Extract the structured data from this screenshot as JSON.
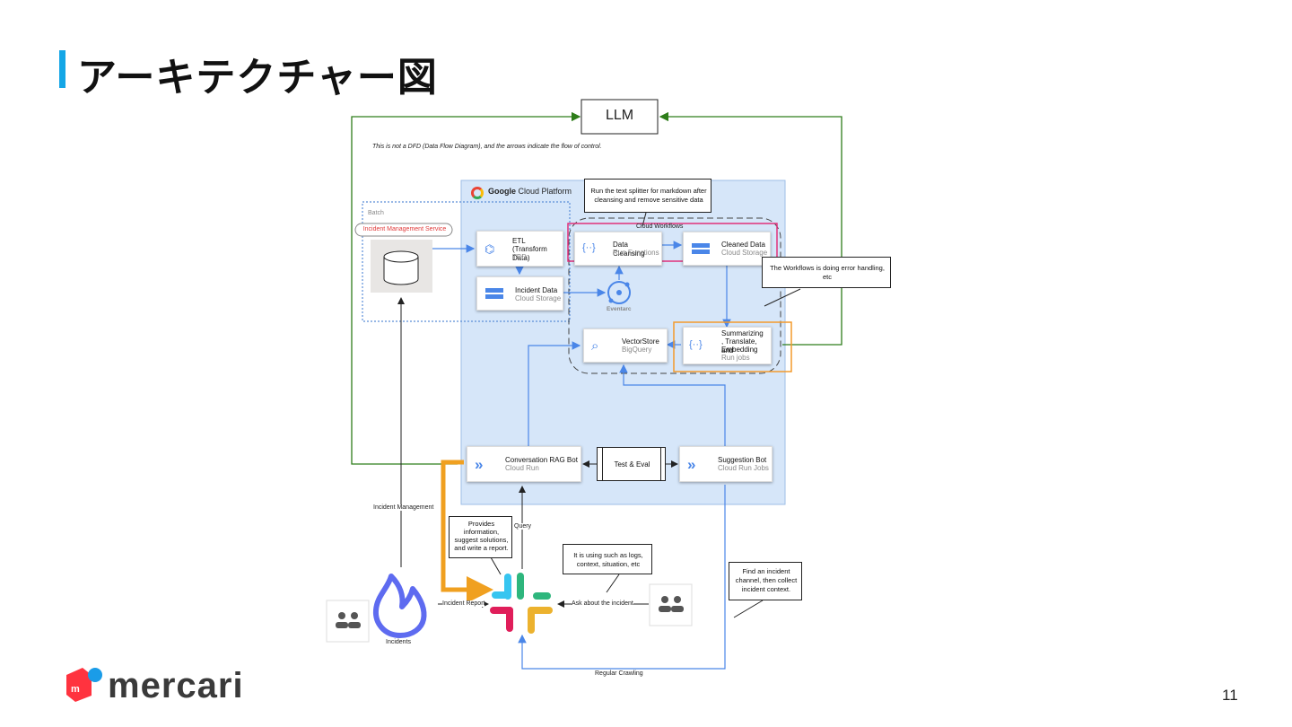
{
  "slide": {
    "title": "アーキテクチャー図",
    "page_number": "11",
    "logo_text": "mercari",
    "accent_color": "#14a6e6"
  },
  "diagram": {
    "llm": "LLM",
    "note_control_flow": "This is not a DFD (Data Flow Diagram), and the arrows indicate the flow of control.",
    "gcp_label": "Google Cloud Platform",
    "gcp_brand": "Google",
    "gcp_suffix": " Cloud Platform",
    "batch": "Batch",
    "incident_management_service": "Incident Management Service",
    "etl": {
      "title1": "ETL",
      "title2": "(Transform Data)",
      "sub": "TBD"
    },
    "incident_data": {
      "title": "Incident Data",
      "sub": "Cloud Storage"
    },
    "eventarc": "Eventarc",
    "cloud_workflows": "Cloud Workflows",
    "data_cleansing": {
      "title": "Data Cleansing",
      "sub": "Run Functions"
    },
    "cleaned_data": {
      "title": "Cleaned Data",
      "sub": "Cloud Storage"
    },
    "vectorstore": {
      "title": "VectorStore",
      "sub": "BigQuery"
    },
    "summarizing": {
      "l1": "Summarizing",
      "l2": ", Translate, and",
      "l3": "Embedding",
      "sub": "Run jobs"
    },
    "callout_splitter": {
      "l1": "Run the text splitter for markdown after",
      "l2": "cleansing and remove sensitive data"
    },
    "callout_workflows": {
      "l1": "The Workflows is doing error handling,",
      "l2": "etc"
    },
    "conversation_bot": {
      "title": "Conversation RAG Bot",
      "sub": "Cloud Run"
    },
    "test_eval": "Test & Eval",
    "suggestion_bot": {
      "title": "Suggestion Bot",
      "sub": "Cloud Run Jobs"
    },
    "incident_management_label": "Incident Management",
    "query_label": "Query",
    "callout_provides": {
      "l1": "Provides",
      "l2": "information,",
      "l3": "suggest solutions,",
      "l4": "and write a report."
    },
    "callout_using": {
      "l1": "It is using such as logs,",
      "l2": "context, situation, etc"
    },
    "callout_find": {
      "l1": "Find an incident",
      "l2": "channel, then collect",
      "l3": "incident context."
    },
    "incident_report_label": "Incident Report",
    "ask_label": "Ask about the incident",
    "incidents_label": "Incidents",
    "regular_crawling": "Regular Crawling"
  }
}
